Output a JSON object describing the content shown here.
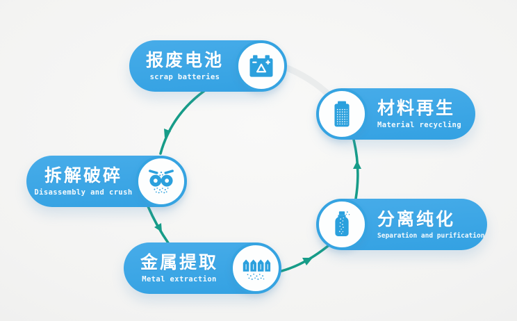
{
  "diagram": {
    "type": "process-cycle",
    "topic_nodes_order": [
      "scrap-batteries",
      "disassembly-crush",
      "metal-extraction",
      "separation-purification",
      "material-recycling"
    ]
  },
  "colors": {
    "pill_blue": "#3aa7e6",
    "icon_blue": "#2ba0dd",
    "circle_ring_blue": "#35a3e1",
    "circle_fill": "#fdfefe",
    "arrow_teal": "#179c88",
    "text_white": "#ffffff",
    "background": "#f2f2f1"
  },
  "nodes": [
    {
      "id": "scrap-batteries",
      "zh": "报废电池",
      "en": "scrap batteries",
      "icon": "battery-recycle-icon",
      "circle_side": "right"
    },
    {
      "id": "disassembly-crush",
      "zh": "拆解破碎",
      "en": "Disassembly and crush",
      "icon": "crusher-rollers-icon",
      "circle_side": "right"
    },
    {
      "id": "metal-extraction",
      "zh": "金属提取",
      "en": "Metal extraction",
      "icon": "metal-crystals-icon",
      "circle_side": "right"
    },
    {
      "id": "separation-purification",
      "zh": "分离纯化",
      "en": "Separation and purification",
      "icon": "bottle-particles-icon",
      "circle_side": "left"
    },
    {
      "id": "material-recycling",
      "zh": "材料再生",
      "en": "Material recycling",
      "icon": "battery-granules-icon",
      "circle_side": "left"
    }
  ],
  "flow": [
    {
      "from": "报废电池",
      "to": "拆解破碎"
    },
    {
      "from": "拆解破碎",
      "to": "金属提取"
    },
    {
      "from": "金属提取",
      "to": "分离纯化"
    },
    {
      "from": "分离纯化",
      "to": "材料再生"
    }
  ]
}
